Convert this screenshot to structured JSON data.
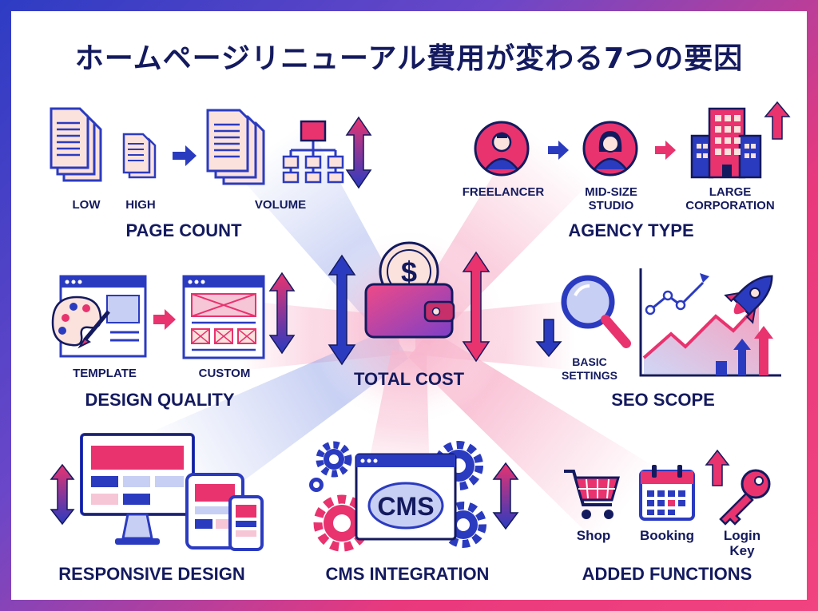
{
  "title": "ホームページリニューアル費用が変わる7つの要因",
  "center": {
    "label": "TOTAL COST",
    "symbol": "$"
  },
  "factors": {
    "page_count": {
      "heading": "PAGE COUNT",
      "low": "LOW",
      "high": "HIGH",
      "volume": "VOLUME"
    },
    "agency_type": {
      "heading": "AGENCY TYPE",
      "freelancer": "FREELANCER",
      "mid_size": "MID-SIZE\nSTUDIO",
      "large": "LARGE\nCORPORATION"
    },
    "design_quality": {
      "heading": "DESIGN QUALITY",
      "template": "TEMPLATE",
      "custom": "CUSTOM"
    },
    "seo_scope": {
      "heading": "SEO SCOPE",
      "basic": "BASIC\nSETTINGS"
    },
    "responsive_design": {
      "heading": "RESPONSIVE DESIGN"
    },
    "cms_integration": {
      "heading": "CMS INTEGRATION",
      "cms": "CMS"
    },
    "added_functions": {
      "heading": "ADDED FUNCTIONS",
      "shop": "Shop",
      "booking": "Booking",
      "login": "Login\nKey"
    }
  },
  "colors": {
    "navy": "#141a5e",
    "blue": "#2b3bc0",
    "pink": "#e8336f",
    "light_pink": "#f6c6d6",
    "paper": "#fbe2dc"
  }
}
